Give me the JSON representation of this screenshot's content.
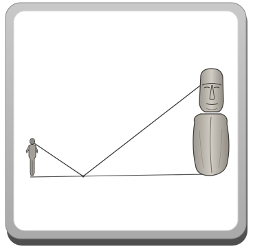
{
  "card": {
    "border_color": "#6f6f6f",
    "frame_color": "#b9b9b9",
    "inner_color": "#ffffff"
  },
  "illustration": {
    "subjects": [
      "person",
      "mirror-point",
      "statue"
    ],
    "line_color": "#3a3a3a",
    "statue_color": "#b7b3ac",
    "person_color": "#8e8a84"
  }
}
